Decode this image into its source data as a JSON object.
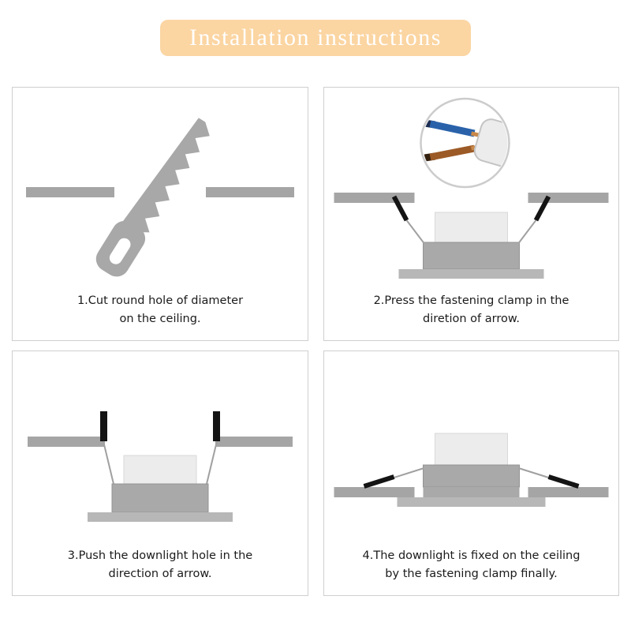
{
  "title": {
    "text": "Installation instructions"
  },
  "steps": [
    {
      "id": 1,
      "illustration": "saw-cutting-round-hole-in-ceiling",
      "caption_line1": "1.Cut round hole of diameter",
      "caption_line2": "on the ceiling."
    },
    {
      "id": 2,
      "illustration": "press-fastening-clamps-with-wire-detail",
      "caption_line1": "2.Press the fastening clamp in the",
      "caption_line2": "diretion of arrow."
    },
    {
      "id": 3,
      "illustration": "push-downlight-into-ceiling-hole",
      "caption_line1": "3.Push the downlight hole in the",
      "caption_line2": "direction of arrow."
    },
    {
      "id": 4,
      "illustration": "downlight-fixed-on-ceiling-by-clamps",
      "caption_line1": "4.The downlight is fixed on the ceiling",
      "caption_line2": "by the fastening clamp finally."
    }
  ],
  "colors": {
    "banner_bg": "#fbd5a2",
    "title_text": "#ffffff",
    "panel_border": "#cfcfcf",
    "ceiling": "#a5a5a5",
    "saw": "#a8a8a8",
    "saw_slot": "#ffffff",
    "lamp_light": "#ececec",
    "lamp_body": "#a9a9a9",
    "lamp_base": "#b7b7b7",
    "clamp": "#141414",
    "clamp_line": "#a0a0a0",
    "magnifier_ring": "#cccccc",
    "wire_blue": "#2a62aa",
    "wire_blue_tip": "#1d2e52",
    "wire_brown": "#9c5a26",
    "wire_brown_tip": "#33200f",
    "wire_copper": "#c8884a",
    "connector": "#ececec"
  }
}
